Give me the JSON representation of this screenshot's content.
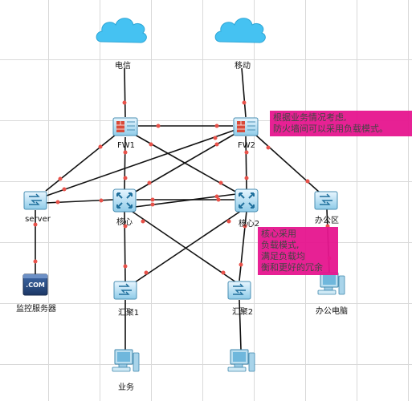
{
  "labels": {
    "telecom": "电信",
    "mobile": "移动",
    "fw1": "FW1",
    "fw2": "FW2",
    "server": "server",
    "core1": "核心",
    "core2": "核心2",
    "office": "办公区",
    "monitor": "监控服务器",
    "agg1": "汇聚1",
    "agg2": "汇聚2",
    "office_pc": "办公电脑",
    "business": "业务"
  },
  "notes": {
    "fw_note_line1": "根据业务情况考虑,",
    "fw_note_line2": "防火墙间可以采用负载模式。",
    "core_note_line1": "核心采用",
    "core_note_line2": "负载模式,",
    "core_note_line3": "满足负载均",
    "core_note_line4": "衡和更好的冗余"
  },
  "server_badge": ".COM",
  "colors": {
    "link": "#111111",
    "port": "#e8524a",
    "cloud": "#45c2f2",
    "note_bg": "#e6168f"
  },
  "icons": {
    "cloud": "cloud-icon",
    "firewall": "firewall-icon",
    "core_switch": "core-switch-icon",
    "access_switch": "switch-icon",
    "workstation": "workstation-icon",
    "server": "server-icon"
  }
}
